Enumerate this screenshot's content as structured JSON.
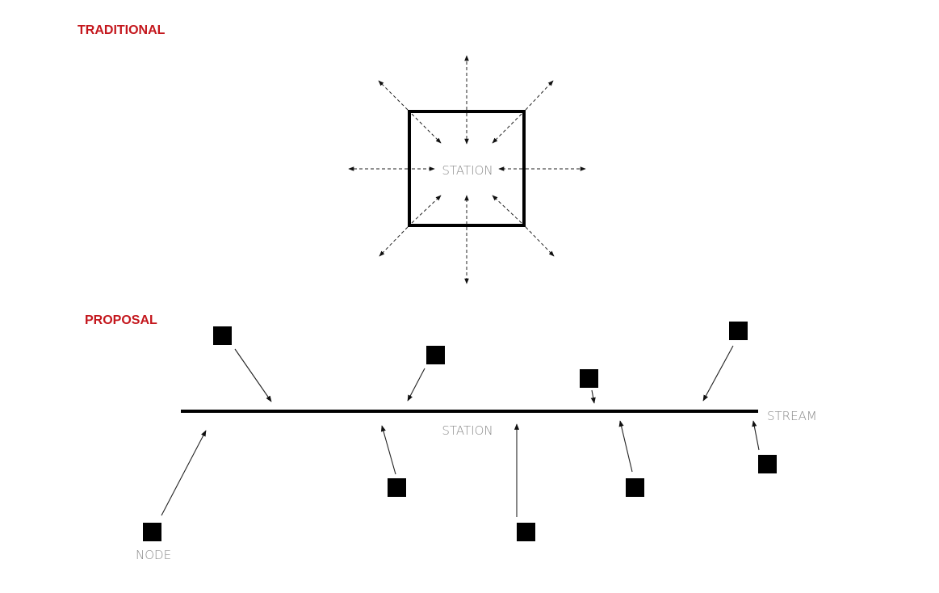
{
  "sections": {
    "traditional": {
      "heading": "TRADITIONAL",
      "station_label": "STATION"
    },
    "proposal": {
      "heading": "PROPOSAL",
      "station_label": "STATION",
      "stream_label": "STREAM",
      "node_label": "NODE"
    }
  },
  "colors": {
    "heading": "#c4171d",
    "ink": "#000000",
    "label": "#8a8a8a"
  }
}
